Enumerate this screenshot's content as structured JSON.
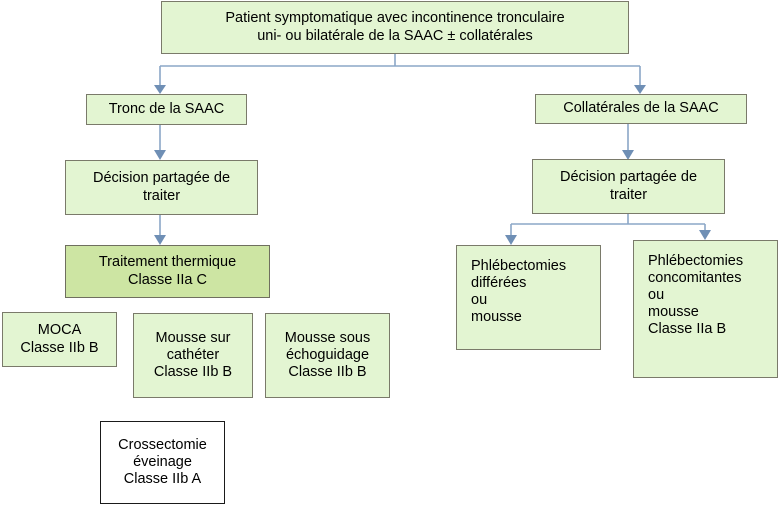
{
  "diagram": {
    "title_node": {
      "id": "root",
      "text": "Patient symptomatique avec incontinence tronculaire\nuni- ou bilatérale de la SAAC ± collatérales",
      "style": "green"
    },
    "colors": {
      "box_fill_light": "#e3f5d2",
      "box_fill_dark": "#cde5a3",
      "box_border_green": "#7a7a6a",
      "box_border_black": "#1a1a1a",
      "connector": "#8ba7c7",
      "arrowhead": "#6f8fb5",
      "text": "#000000",
      "background": "#ffffff"
    },
    "nodes": [
      {
        "id": "tronc",
        "text": "Tronc de la SAAC",
        "style": "green",
        "branch": "left"
      },
      {
        "id": "decision-left",
        "text": "Décision partagée de\ntraiter",
        "style": "green",
        "branch": "left"
      },
      {
        "id": "traitement-thermique",
        "text": "Traitement thermique\nClasse IIa C",
        "style": "green-dark",
        "branch": "left"
      },
      {
        "id": "moca",
        "text": "MOCA\nClasse IIb B",
        "style": "green",
        "branch": "left"
      },
      {
        "id": "mousse-catheter",
        "text": "Mousse sur\ncathéter\nClasse IIb B",
        "style": "green",
        "branch": "left"
      },
      {
        "id": "mousse-echoguidage",
        "text": "Mousse sous\néchoguidage\nClasse IIb B",
        "style": "green",
        "branch": "left"
      },
      {
        "id": "crossectomie",
        "text": "Crossectomie\néveinage\nClasse IIb A",
        "style": "white",
        "branch": "left"
      },
      {
        "id": "collaterales",
        "text": "Collatérales de la SAAC",
        "style": "green",
        "branch": "right"
      },
      {
        "id": "decision-right",
        "text": "Décision partagée de\ntraiter",
        "style": "green",
        "branch": "right"
      },
      {
        "id": "phlebectomies-differees",
        "text": "Phlébectomies\ndifférées\nou\nmousse",
        "style": "green",
        "branch": "right"
      },
      {
        "id": "phlebectomies-concomitantes",
        "text": "Phlébectomies\nconcomitantes\nou\nmousse\nClasse IIa B",
        "style": "green",
        "branch": "right"
      }
    ],
    "edges": [
      {
        "from": "root",
        "to": "tronc"
      },
      {
        "from": "root",
        "to": "collaterales"
      },
      {
        "from": "tronc",
        "to": "decision-left"
      },
      {
        "from": "decision-left",
        "to": "traitement-thermique"
      },
      {
        "from": "collaterales",
        "to": "decision-right"
      },
      {
        "from": "decision-right",
        "to": "phlebectomies-differees"
      },
      {
        "from": "decision-right",
        "to": "phlebectomies-concomitantes"
      }
    ]
  }
}
